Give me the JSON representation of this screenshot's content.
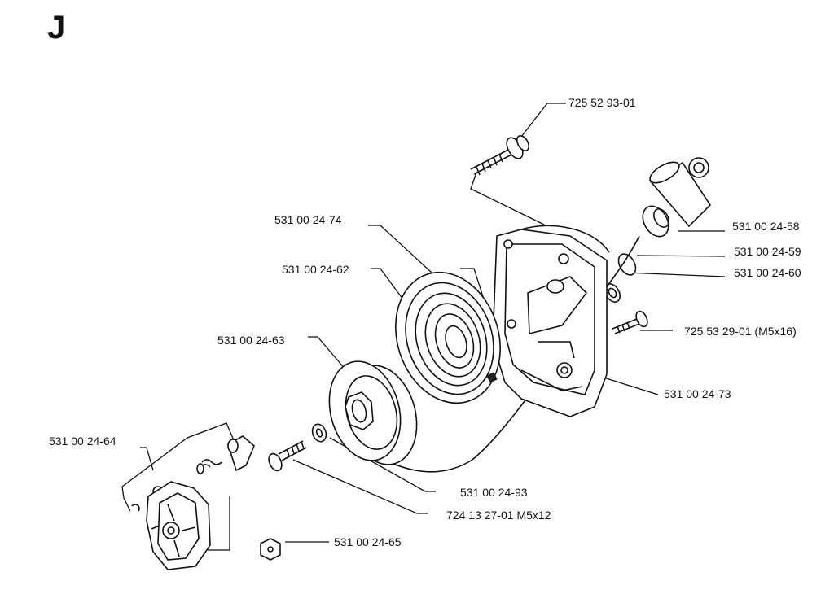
{
  "section_letter": "J",
  "labels": {
    "p725529301": "725 52 93-01",
    "p531002458": "531 00 24-58",
    "p531002459": "531 00 24-59",
    "p531002460": "531 00 24-60",
    "p725532901": "725 53 29-01 (M5x16)",
    "p531002473": "531 00 24-73",
    "p531002474": "531 00 24-74",
    "p531002462": "531 00 24-62",
    "p531002463": "531 00 24-63",
    "p531002464": "531 00 24-64",
    "p531002493": "531 00 24-93",
    "p724132701": "724 13 27-01 M5x12",
    "p531002465": "531 00 24-65"
  }
}
